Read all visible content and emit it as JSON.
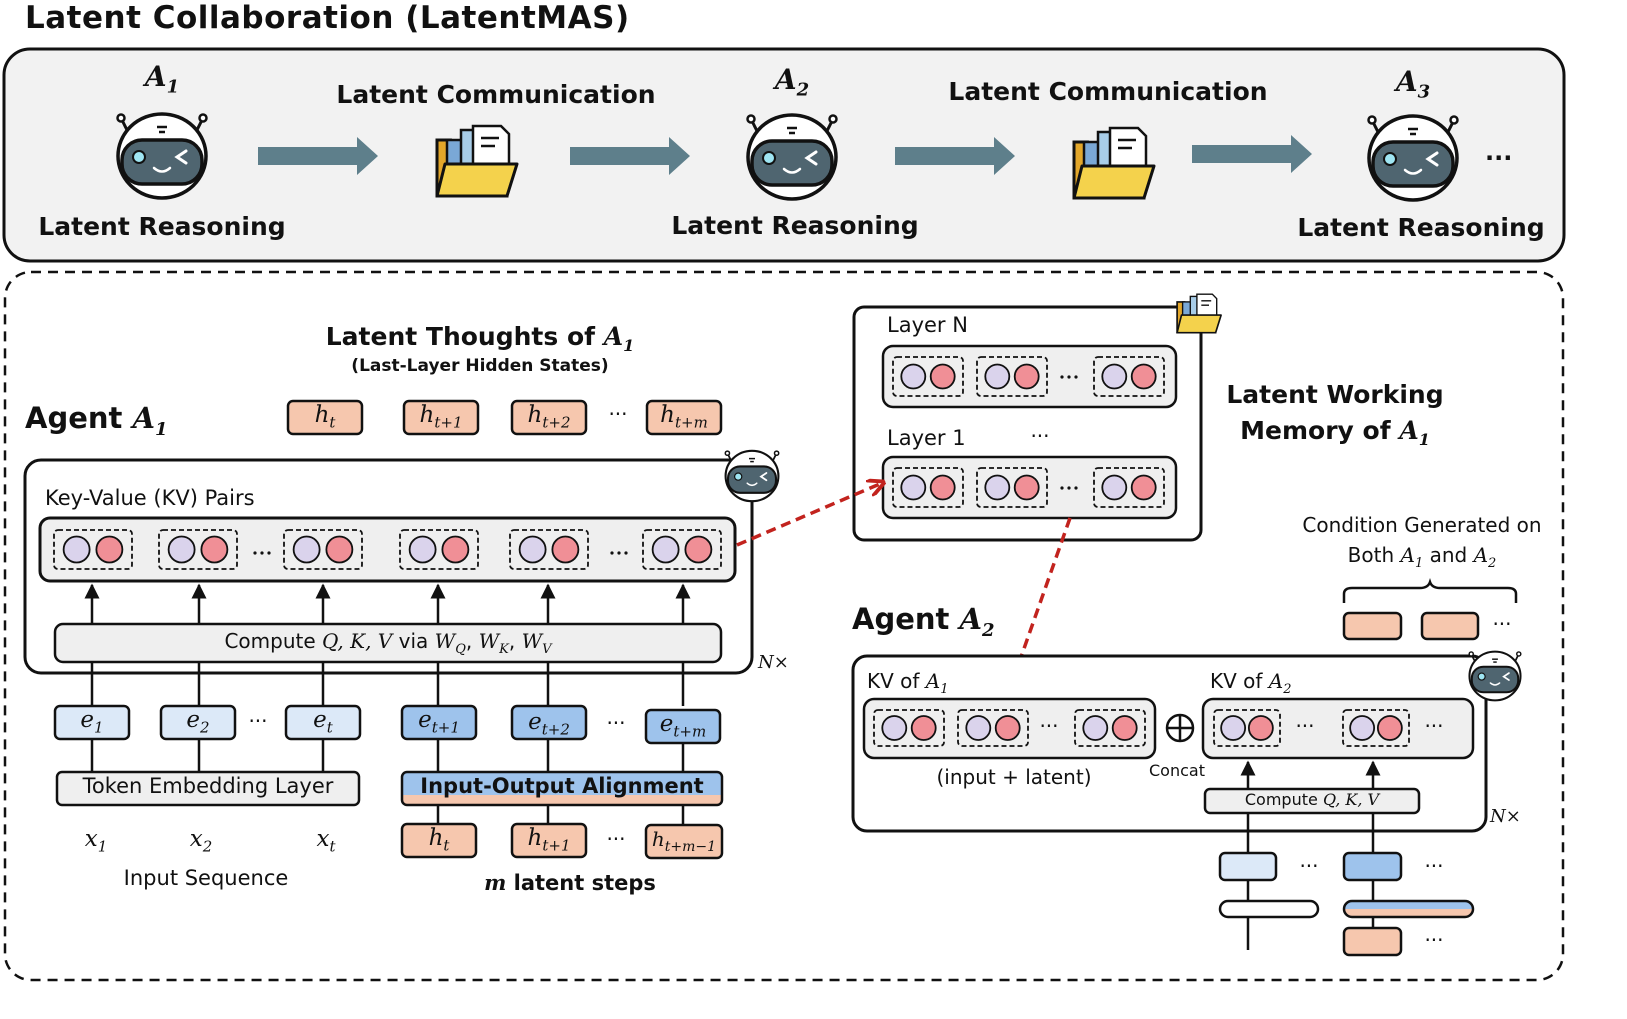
{
  "title": "Latent Collaboration (LatentMAS)",
  "top_panel": {
    "agents": [
      {
        "base": "A",
        "sub": "1",
        "caption": "Latent Reasoning"
      },
      {
        "base": "A",
        "sub": "2",
        "caption": "Latent Reasoning"
      },
      {
        "base": "A",
        "sub": "3",
        "caption": "Latent Reasoning"
      }
    ],
    "communication_label": "Latent Communication",
    "trailing_ellipsis": "..."
  },
  "agent1": {
    "title_word": "Agent",
    "title_math": "A",
    "title_sub": "1",
    "kv_label": "Key-Value (KV) Pairs",
    "compute_prefix": "Compute",
    "compute_qkv": "Q, K, V",
    "compute_via": "via",
    "compute_w": [
      "W",
      "W",
      "W"
    ],
    "compute_w_sub": [
      "Q",
      "K",
      "V"
    ],
    "repeat_label": "N×",
    "latent_thoughts_title": "Latent Thoughts of",
    "latent_thoughts_subtitle": "(Last-Layer Hidden States)",
    "hidden_states": [
      {
        "base": "h",
        "sub": "t"
      },
      {
        "base": "h",
        "sub": "t+1"
      },
      {
        "base": "h",
        "sub": "t+2"
      },
      {
        "base": "h",
        "sub": "t+m"
      }
    ],
    "embeddings_input": [
      {
        "base": "e",
        "sub": "1"
      },
      {
        "base": "e",
        "sub": "2"
      },
      {
        "base": "e",
        "sub": "t"
      }
    ],
    "embeddings_latent": [
      {
        "base": "e",
        "sub": "t+1"
      },
      {
        "base": "e",
        "sub": "t+2"
      },
      {
        "base": "e",
        "sub": "t+m"
      }
    ],
    "token_layer_label": "Token Embedding Layer",
    "alignment_label": "Input-Output Alignment",
    "tokens": [
      {
        "base": "x",
        "sub": "1"
      },
      {
        "base": "x",
        "sub": "2"
      },
      {
        "base": "x",
        "sub": "t"
      }
    ],
    "latent_inputs": [
      {
        "base": "h",
        "sub": "t"
      },
      {
        "base": "h",
        "sub": "t+1"
      },
      {
        "base": "h",
        "sub": "t+m−1"
      }
    ],
    "input_sequence_label": "Input Sequence",
    "latent_steps_math": "m",
    "latent_steps_label": "latent steps"
  },
  "memory": {
    "layer_top": "Layer N",
    "layer_bottom": "Layer 1",
    "title_line1": "Latent Working",
    "title_line2": "Memory of"
  },
  "agent2": {
    "title_word": "Agent",
    "title_math": "A",
    "title_sub": "2",
    "kv_a1_label": "KV of",
    "kv_a1_math": "A",
    "kv_a1_sub": "1",
    "kv_a2_label": "KV of",
    "kv_a2_math": "A",
    "kv_a2_sub": "2",
    "input_latent_label": "(input + latent)",
    "concat_label": "Concat",
    "compute_prefix": "Compute",
    "compute_qkv": "Q, K, V",
    "repeat_label": "N×",
    "condition_line1": "Condition Generated on",
    "condition_line2_prefix": "Both",
    "condition_and": "and"
  },
  "ellipsis": "···",
  "colors": {
    "panel_bg": "#f2f2f2",
    "box_bg": "#efefef",
    "hidden_fill": "#f6c7ae",
    "embed_light": "#dce9f8",
    "embed_dark": "#9ec3ec",
    "circle_purple": "#dad3ec",
    "circle_pink": "#f08f96",
    "arrow_top": "#5e7f8b",
    "arrow_red": "#c2231e",
    "robot_face": "#4f6570"
  }
}
